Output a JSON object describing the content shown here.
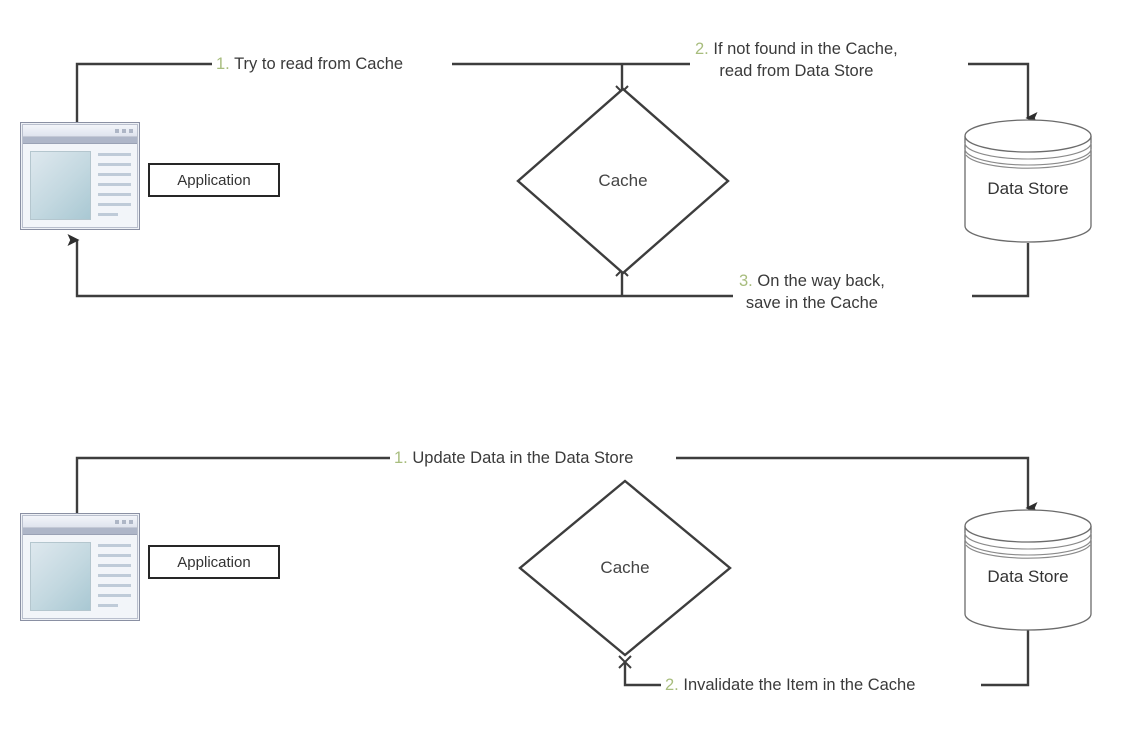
{
  "meta": {
    "title": "Cache-Aside read-through and write invalidation diagrams",
    "accent_green": "#a8bd7e",
    "text_color": "#3a3a3a",
    "line_color": "#3d3d3d"
  },
  "diagrams": [
    {
      "id": "read-path",
      "nodes": {
        "application": {
          "label": "Application",
          "icon": "browser-window-icon"
        },
        "cache": {
          "label": "Cache",
          "shape": "diamond"
        },
        "datastore": {
          "label": "Data Store",
          "shape": "cylinder"
        }
      },
      "steps": [
        {
          "num": "1.",
          "text": "Try to read from Cache",
          "lines": [
            "Try to read from Cache"
          ]
        },
        {
          "num": "2.",
          "text": "If not found in the Cache, read from Data Store",
          "lines": [
            "If not found in the Cache,",
            "read from Data Store"
          ]
        },
        {
          "num": "3.",
          "text": "On the way back, save in the Cache",
          "lines": [
            "On the way back,",
            "save in the Cache"
          ]
        }
      ]
    },
    {
      "id": "write-path",
      "nodes": {
        "application": {
          "label": "Application",
          "icon": "browser-window-icon"
        },
        "cache": {
          "label": "Cache",
          "shape": "diamond"
        },
        "datastore": {
          "label": "Data Store",
          "shape": "cylinder"
        }
      },
      "steps": [
        {
          "num": "1.",
          "text": "Update Data in the Data Store",
          "lines": [
            "Update Data in the Data Store"
          ]
        },
        {
          "num": "2.",
          "text": "Invalidate the Item in the Cache",
          "lines": [
            "Invalidate the Item in the Cache"
          ]
        }
      ]
    }
  ]
}
